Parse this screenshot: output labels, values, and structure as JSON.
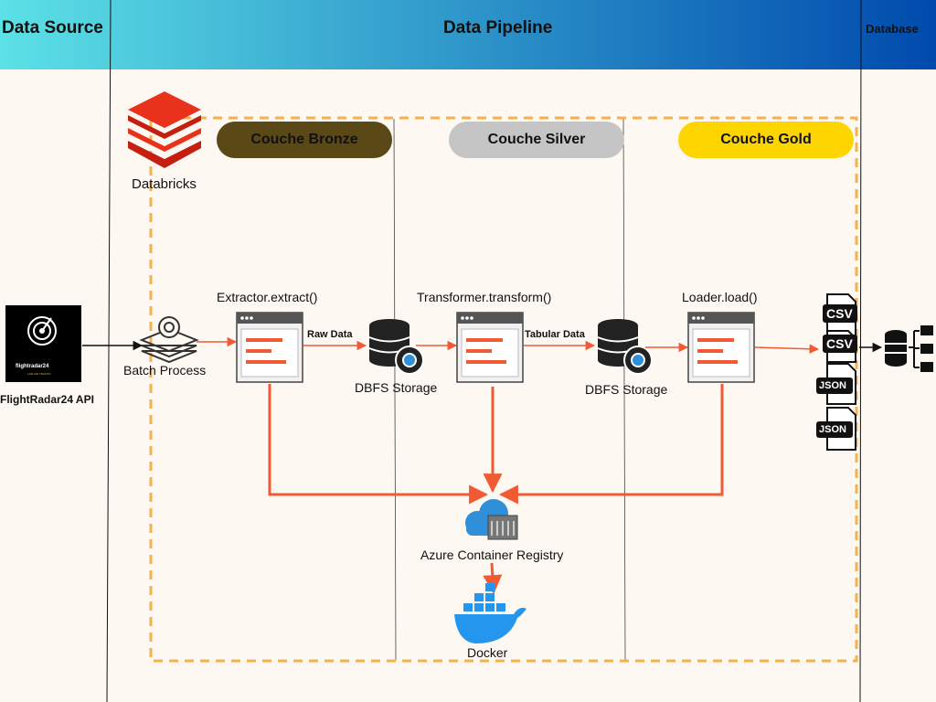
{
  "headers": {
    "data_source": "Data Source",
    "data_pipeline": "Data Pipeline",
    "database": "Database"
  },
  "layers": {
    "bronze": {
      "label": "Couche Bronze",
      "color": "#5a4817"
    },
    "silver": {
      "label": "Couche Silver",
      "color": "#c5c5c5"
    },
    "gold": {
      "label": "Couche Gold",
      "color": "#ffd500"
    }
  },
  "nodes": {
    "api": "FlightRadar24 API",
    "api_logo_text": "flightradar24",
    "api_logo_sub": "LIVE AIR TRAFFIC",
    "databricks": "Databricks",
    "batch": "Batch Process",
    "extractor": "Extractor.extract()",
    "transformer": "Transformer.transform()",
    "loader": "Loader.load()",
    "dbfs1": "DBFS Storage",
    "dbfs2": "DBFS Storage",
    "acr": "Azure Container Registry",
    "docker": "Docker"
  },
  "edges": {
    "raw": "Raw Data",
    "tabular": "Tabular Data"
  },
  "files": [
    "CSV",
    "CSV",
    "JSON",
    "JSON"
  ],
  "colors": {
    "header_left": "#5ce1e6",
    "header_right": "#004aad",
    "arrow": "#f15a33",
    "dash": "#f6b04e",
    "background": "#fdf8f2",
    "databricks": "#e8321c",
    "azure": "#2f8fd8",
    "docker": "#2496ed"
  }
}
